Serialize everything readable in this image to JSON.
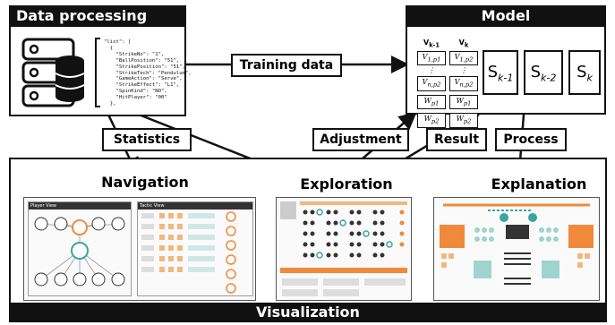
{
  "data_processing": {
    "title": "Data processing",
    "json_lines": [
      "\"list\": [",
      "  {",
      "    \"StrikeNo\": \"1\",",
      "    \"BallPosition\": \"51\",",
      "    \"StrikePosition\": \"51\",",
      "    \"StrikeTech\": \"Pendulum\",",
      "    \"GameAction\": \"Serve\",",
      "    \"StrikeEffect\": \"L1\",",
      "    \"SpinKind\": \"NO\",",
      "    \"HitPlayer\": \"00\"",
      "  },"
    ]
  },
  "model": {
    "title": "Model",
    "table": {
      "col1": [
        "V",
        "V",
        "⋮",
        "V",
        "W",
        "W"
      ],
      "col2": [
        "V",
        "V",
        "⋮",
        "V",
        "W",
        "W"
      ]
    },
    "states": [
      "S",
      "S",
      "S"
    ]
  },
  "edges": {
    "training_data": "Training data",
    "statistics": "Statistics",
    "adjustment": "Adjustment",
    "result": "Result",
    "process": "Process"
  },
  "visualization": {
    "title": "Visualization",
    "navigation": {
      "title": "Navigation",
      "left_caption": "Player View",
      "right_caption": "Tactic View"
    },
    "exploration": {
      "title": "Exploration"
    },
    "explanation": {
      "title": "Explanation"
    }
  },
  "colors": {
    "accent": "#f08a3a",
    "teal": "#3aa5a0",
    "dark": "#111111"
  }
}
